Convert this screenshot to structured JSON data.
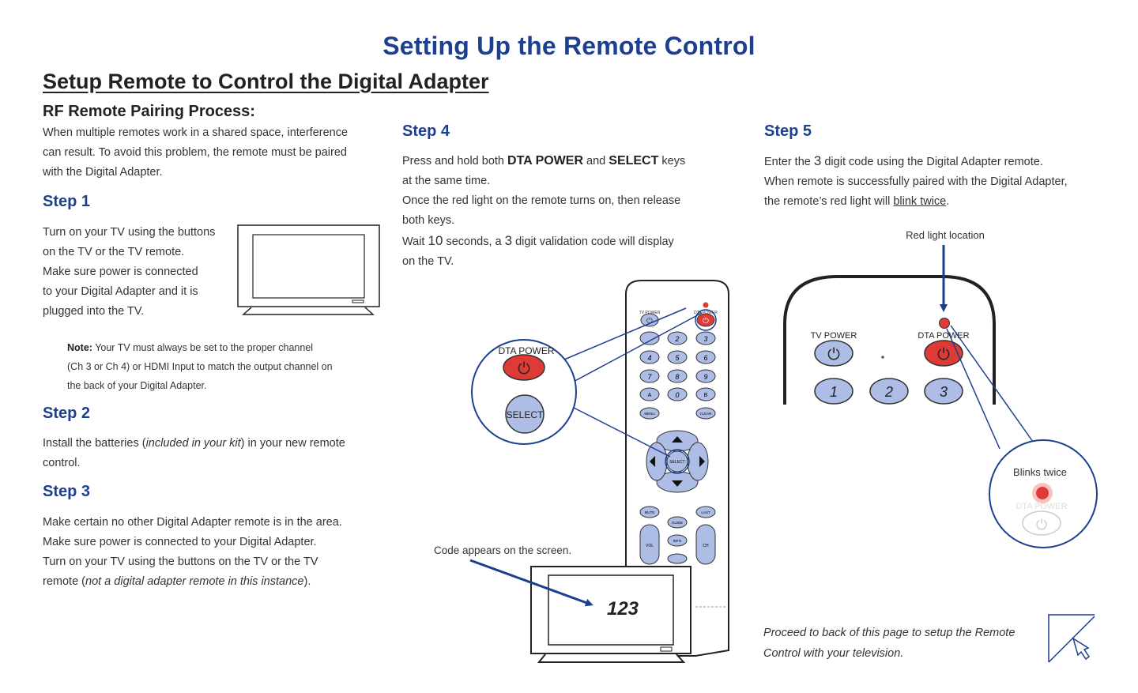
{
  "main_title": "Setting Up the Remote Control",
  "section_title": "Setup Remote to Control the Digital Adapter",
  "rf_title": "RF Remote Pairing Process:",
  "intro": [
    "When multiple remotes work in a shared space, interference",
    "can result. To avoid this problem, the remote must be paired",
    "with the Digital Adapter."
  ],
  "step1": {
    "heading": "Step 1",
    "lines": [
      "Turn on your TV using the buttons",
      "on the TV or the TV remote.",
      "Make sure power is connected",
      "to your Digital Adapter and it is",
      "plugged into the TV."
    ]
  },
  "note": {
    "label": "Note:",
    "line1": " Your TV must always be set to the proper channel",
    "line2": "(Ch 3 or Ch 4) or HDMI Input to match the output channel on",
    "line3": "the back of your Digital Adapter."
  },
  "step2": {
    "heading": "Step 2",
    "line1_a": "Install the batteries (",
    "line1_em": "included in your kit",
    "line1_b": ") in your new remote",
    "line2": "control."
  },
  "step3": {
    "heading": "Step 3",
    "line1": "Make certain no other Digital Adapter remote is in the area.",
    "line2": "Make sure power is connected to your Digital Adapter.",
    "line3": "Turn on your TV using the buttons on the TV or the TV",
    "line4_a": "remote (",
    "line4_em": "not a digital adapter remote in this instance",
    "line4_b": ")."
  },
  "step4": {
    "heading": "Step 4",
    "l1_a": "Press and hold both ",
    "l1_b1": "DTA POWER",
    "l1_c": " and ",
    "l1_b2": "SELECT",
    "l1_d": " keys",
    "l2": "at the same time.",
    "l3": "Once the red light on the remote turns on, then release",
    "l4": "both keys.",
    "l5_a": "Wait ",
    "l5_b": "10",
    "l5_c": " seconds, a ",
    "l5_d": "3",
    "l5_e": " digit validation code will display",
    "l6": "on the TV."
  },
  "step5": {
    "heading": "Step 5",
    "l1_a": "Enter the ",
    "l1_b": "3",
    "l1_c": " digit code using the Digital Adapter remote.",
    "l2": "When remote is successfully paired with the Digital Adapter,",
    "l3_a": "the remote’s red light will ",
    "l3_u": "blink twice",
    "l3_b": "."
  },
  "diagram": {
    "dta_power": "DTA POWER",
    "select": "SELECT",
    "code_caption": "Code appears on the screen.",
    "code": "123",
    "red_light_caption": "Red light location",
    "tv_power": "TV POWER",
    "blinks_twice": "Blinks twice",
    "dta_power_faded": "DTA POWER",
    "keys": [
      "1",
      "2",
      "3"
    ],
    "remote_labels": {
      "tv_power": "TV POWER",
      "dta_power": "DTA POWER",
      "menu": "MENU",
      "clear": "CLEAR",
      "select": "SELECT",
      "mute": "MUTE",
      "guide": "GUIDE",
      "last": "LAST",
      "info": "INFO",
      "vol": "VOL",
      "ch": "CH",
      "a": "A",
      "zero": "0",
      "b": "B"
    }
  },
  "footer": [
    "Proceed to back of this page to setup the Remote",
    "Control with your television."
  ],
  "colors": {
    "accent": "#1d3f8f",
    "button_blue": "#aebde6",
    "power_red": "#e03a36"
  }
}
